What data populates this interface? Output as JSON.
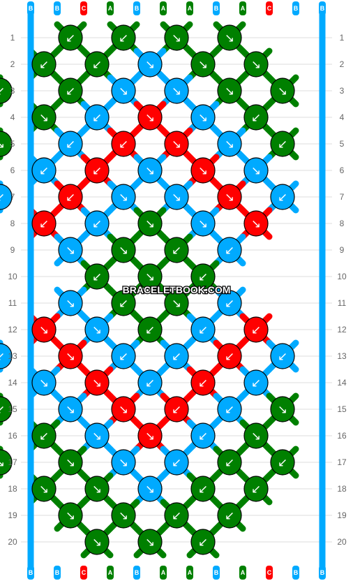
{
  "watermark": "BRACELETBOOK.COM",
  "row_numbers": [
    "1",
    "2",
    "3",
    "4",
    "5",
    "6",
    "7",
    "8",
    "9",
    "10",
    "11",
    "12",
    "13",
    "14",
    "15",
    "16",
    "17",
    "18",
    "19",
    "20"
  ],
  "colors": {
    "A": "#008000",
    "B": "#00aaff",
    "C": "#ff0000"
  },
  "strings_top": [
    "B",
    "B",
    "C",
    "A",
    "B",
    "A",
    "A",
    "B",
    "A",
    "C",
    "B",
    "B"
  ],
  "strings_bottom": [
    "B",
    "B",
    "C",
    "A",
    "B",
    "A",
    "A",
    "B",
    "A",
    "C",
    "B",
    "B"
  ],
  "knot_rows": [
    [
      [
        "A",
        "↙"
      ],
      [
        "A",
        "↙"
      ],
      [
        "A",
        "↘"
      ],
      [
        "A",
        "↘"
      ]
    ],
    [
      [
        "A",
        "↙"
      ],
      [
        "A",
        "↙"
      ],
      [
        "B",
        "↘"
      ],
      [
        "A",
        "↘"
      ],
      [
        "A",
        "↘"
      ]
    ],
    [
      [
        "A",
        "↙"
      ],
      [
        "A",
        "↙"
      ],
      [
        "B",
        "↘"
      ],
      [
        "B",
        "↘"
      ],
      [
        "A",
        "↘"
      ],
      [
        "A",
        "↘"
      ]
    ],
    [
      [
        "A",
        "↘"
      ],
      [
        "B",
        "↙"
      ],
      [
        "C",
        "↘"
      ],
      [
        "B",
        "↘"
      ],
      [
        "A",
        "↙"
      ]
    ],
    [
      [
        "A",
        "↘"
      ],
      [
        "B",
        "↙"
      ],
      [
        "C",
        "↙"
      ],
      [
        "C",
        "↘"
      ],
      [
        "B",
        "↘"
      ],
      [
        "A",
        "↙"
      ]
    ],
    [
      [
        "B",
        "↙"
      ],
      [
        "C",
        "↙"
      ],
      [
        "B",
        "↘"
      ],
      [
        "C",
        "↘"
      ],
      [
        "B",
        "↘"
      ]
    ],
    [
      [
        "B",
        "↙"
      ],
      [
        "C",
        "↙"
      ],
      [
        "B",
        "↘"
      ],
      [
        "B",
        "↘"
      ],
      [
        "C",
        "↘"
      ],
      [
        "B",
        "↙"
      ]
    ],
    [
      [
        "C",
        "↙"
      ],
      [
        "B",
        "↙"
      ],
      [
        "A",
        "↘"
      ],
      [
        "B",
        "↘"
      ],
      [
        "C",
        "↘"
      ]
    ],
    [
      [
        "B",
        "↘"
      ],
      [
        "A",
        "↘"
      ],
      [
        "A",
        "↙"
      ],
      [
        "B",
        "↙"
      ]
    ],
    [
      [
        "A",
        "↙"
      ],
      [
        "A",
        "↘"
      ],
      [
        "A",
        "↙"
      ]
    ],
    [
      [
        "B",
        "↘"
      ],
      [
        "A",
        "↙"
      ],
      [
        "A",
        "↘"
      ],
      [
        "B",
        "↙"
      ]
    ],
    [
      [
        "C",
        "↘"
      ],
      [
        "B",
        "↘"
      ],
      [
        "A",
        "↙"
      ],
      [
        "B",
        "↙"
      ],
      [
        "C",
        "↙"
      ]
    ],
    [
      [
        "B",
        "↙"
      ],
      [
        "C",
        "↘"
      ],
      [
        "B",
        "↙"
      ],
      [
        "B",
        "↙"
      ],
      [
        "C",
        "↙"
      ],
      [
        "B",
        "↙"
      ]
    ],
    [
      [
        "B",
        "↘"
      ],
      [
        "C",
        "↘"
      ],
      [
        "B",
        "↙"
      ],
      [
        "C",
        "↙"
      ],
      [
        "B",
        "↙"
      ]
    ],
    [
      [
        "A",
        "↙"
      ],
      [
        "B",
        "↘"
      ],
      [
        "C",
        "↘"
      ],
      [
        "C",
        "↙"
      ],
      [
        "B",
        "↙"
      ],
      [
        "A",
        "↘"
      ]
    ],
    [
      [
        "A",
        "↙"
      ],
      [
        "B",
        "↘"
      ],
      [
        "C",
        "↘"
      ],
      [
        "B",
        "↙"
      ],
      [
        "A",
        "↘"
      ]
    ],
    [
      [
        "A",
        "↘"
      ],
      [
        "A",
        "↘"
      ],
      [
        "B",
        "↘"
      ],
      [
        "B",
        "↙"
      ],
      [
        "A",
        "↙"
      ],
      [
        "A",
        "↙"
      ]
    ],
    [
      [
        "A",
        "↘"
      ],
      [
        "A",
        "↘"
      ],
      [
        "B",
        "↘"
      ],
      [
        "A",
        "↙"
      ],
      [
        "A",
        "↙"
      ]
    ],
    [
      [
        "A",
        "↘"
      ],
      [
        "A",
        "↘"
      ],
      [
        "A",
        "↙"
      ],
      [
        "A",
        "↙"
      ]
    ],
    [
      [
        "A",
        "↘"
      ],
      [
        "A",
        "↘"
      ],
      [
        "A",
        "↙"
      ]
    ]
  ]
}
